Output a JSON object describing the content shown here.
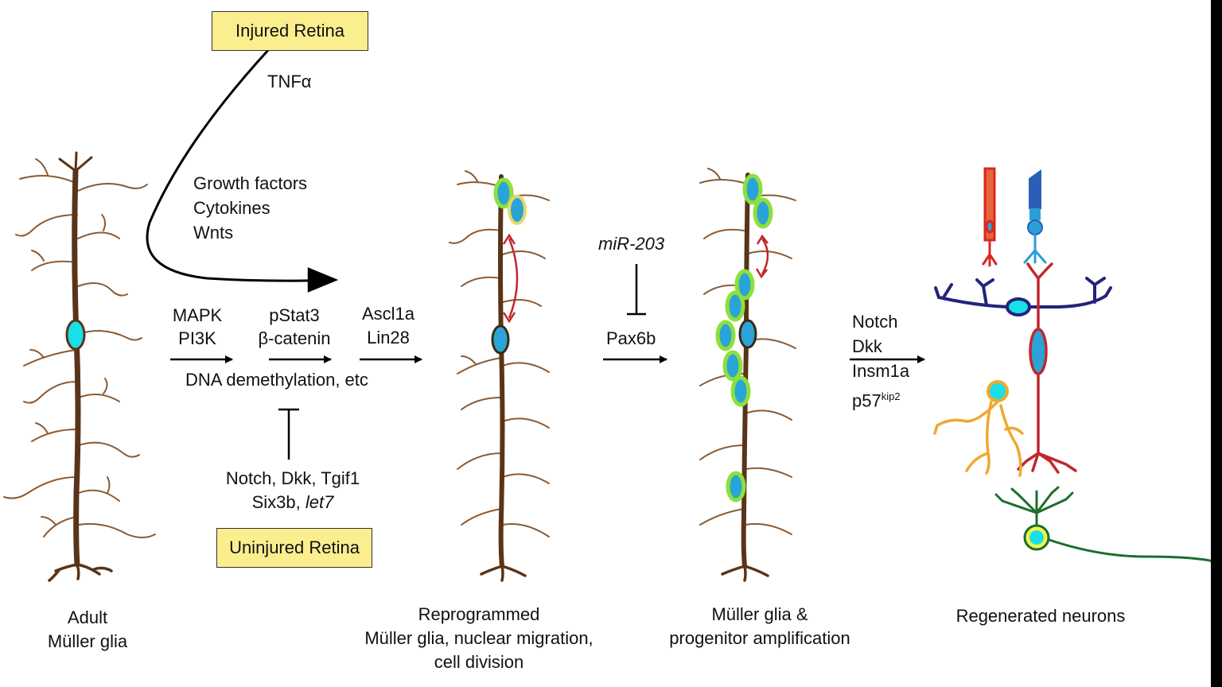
{
  "boxes": {
    "injured": "Injured Retina",
    "uninjured": "Uninjured Retina"
  },
  "signals": {
    "tnf": "TNFα",
    "growth_factors": "Growth factors",
    "cytokines": "Cytokines",
    "wnts": "Wnts",
    "mapk": "MAPK",
    "pi3k": "PI3K",
    "pstat3": "pStat3",
    "beta_catenin": "β-catenin",
    "ascl1a": "Ascl1a",
    "lin28": "Lin28",
    "dna_demethylation": "DNA demethylation, etc",
    "inhibitors_line1": "Notch, Dkk, Tgif1",
    "inhibitors_line2_prefix": "Six3b, ",
    "inhibitors_line2_italic": "let7",
    "mir203": "miR-203",
    "pax6b": "Pax6b",
    "notch": "Notch",
    "dkk": "Dkk",
    "insm1a": "Insm1a",
    "p57_base": "p57",
    "p57_sup": "kip2"
  },
  "stages": {
    "adult_line1": "Adult",
    "adult_line2": "Müller glia",
    "reprogrammed_line1": "Reprogrammed",
    "reprogrammed_line2": "Müller glia, nuclear migration,",
    "reprogrammed_line3": "cell division",
    "amplification_line1": "Müller glia &",
    "amplification_line2": "progenitor amplification",
    "regenerated": "Regenerated neurons"
  },
  "colors": {
    "glia": "#5a3418",
    "branch": "#8b5a32",
    "nucleus_adult": "#19e0e8",
    "nucleus_progenitor": "#2aa4d8",
    "progenitor_halo": "#8ee03a",
    "migration_arrow": "#c0282c",
    "box_fill": "#fbee8f",
    "rod": "#d8281e",
    "cone": "#2a9fd8",
    "horizontal_cell": "#23237a",
    "bipolar_cell": "#c0282c",
    "amacrine_cell": "#f0a830",
    "ganglion_cell": "#1a6e2e"
  }
}
